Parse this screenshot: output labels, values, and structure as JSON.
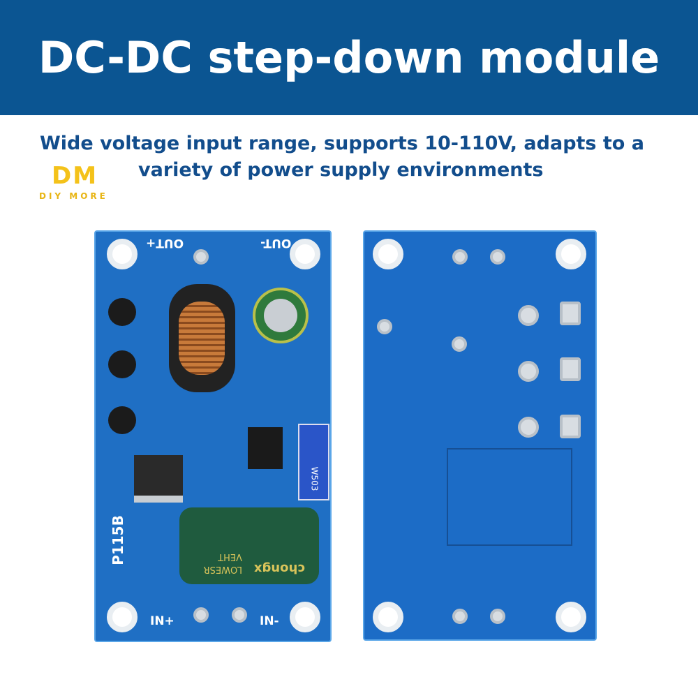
{
  "header": {
    "title": "DC-DC step-down module"
  },
  "subtitle": {
    "line1": "Wide voltage input range, supports 10-110V, adapts to a",
    "line2": "variety of power supply environments"
  },
  "logo": {
    "mark": "DM",
    "text": "DIY MORE"
  },
  "board_front": {
    "out_plus": "OUT+",
    "out_minus": "OUT-",
    "in_plus": "IN+",
    "in_minus": "IN-",
    "model": "P115B",
    "pot": "W503",
    "cap_brand": "chongx",
    "cap_line1": "LOWESR",
    "cap_line2": "VEHT"
  },
  "colors": {
    "header": "#0b5592",
    "text": "#124d8c",
    "pcb": "#1f6fc4"
  }
}
